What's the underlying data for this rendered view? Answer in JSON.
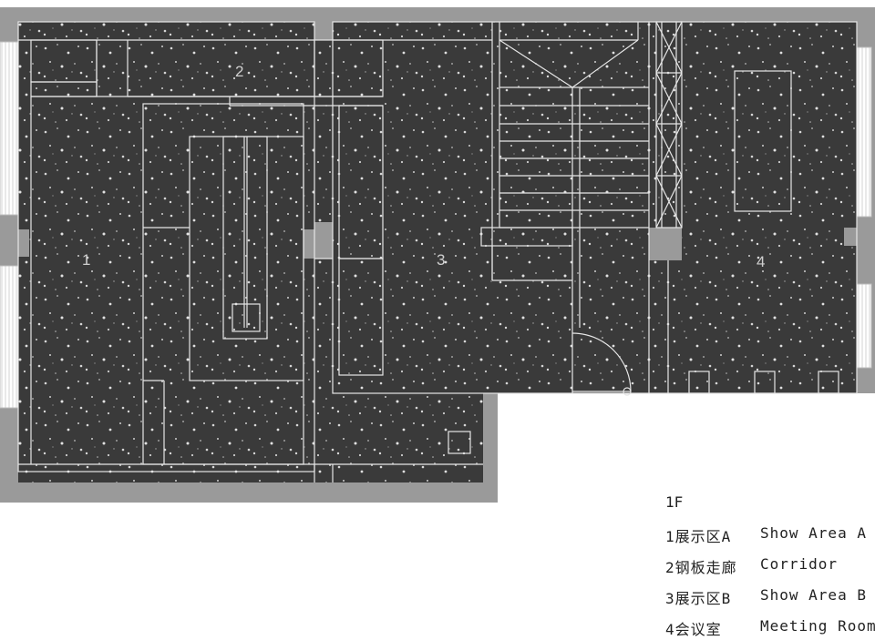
{
  "plan": {
    "floor_color": "#3b3b3b",
    "wall_color": "#9a9a9a",
    "line_color": "#e6e6e6",
    "room_numbers": [
      "1",
      "2",
      "3",
      "4"
    ]
  },
  "legend": {
    "title": "1F",
    "items": [
      {
        "cn": "1展示区A",
        "en": "Show Area A"
      },
      {
        "cn": "2钢板走廊",
        "en": "Corridor"
      },
      {
        "cn": "3展示区B",
        "en": "Show Area B"
      },
      {
        "cn": "4会议室",
        "en": "Meeting Room"
      }
    ]
  }
}
